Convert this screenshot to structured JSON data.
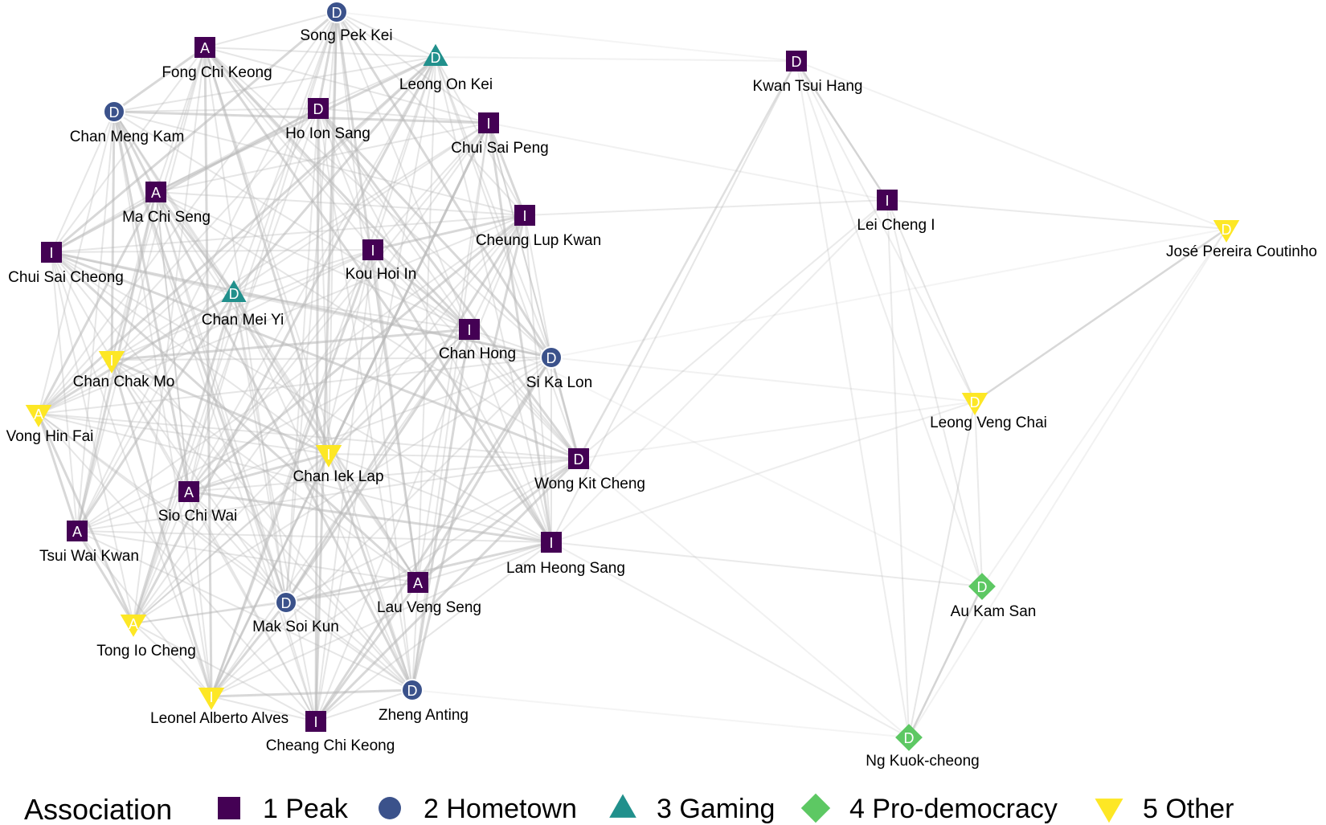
{
  "legend": {
    "title": "Association",
    "items": [
      {
        "key": "peak",
        "label": "1 Peak",
        "shape": "square",
        "color": "#440154"
      },
      {
        "key": "hometown",
        "label": "2 Hometown",
        "shape": "circle",
        "color": "#3B528B"
      },
      {
        "key": "gaming",
        "label": "3 Gaming",
        "shape": "triangle-up",
        "color": "#21908C"
      },
      {
        "key": "prodem",
        "label": "4 Pro-democracy",
        "shape": "diamond",
        "color": "#5DC863"
      },
      {
        "key": "other",
        "label": "5 Other",
        "shape": "triangle-down",
        "color": "#FDE725"
      }
    ]
  },
  "nodes": [
    {
      "id": "song",
      "name": "Song Pek Kei",
      "group": "hometown",
      "letter": "D"
    },
    {
      "id": "fong",
      "name": "Fong Chi Keong",
      "group": "peak",
      "letter": "A"
    },
    {
      "id": "leongon",
      "name": "Leong On Kei",
      "group": "gaming",
      "letter": "D"
    },
    {
      "id": "kwantsui",
      "name": "Kwan Tsui Hang",
      "group": "peak",
      "letter": "D"
    },
    {
      "id": "chanmeng",
      "name": "Chan Meng Kam",
      "group": "hometown",
      "letter": "D"
    },
    {
      "id": "hoion",
      "name": "Ho Ion Sang",
      "group": "peak",
      "letter": "D"
    },
    {
      "id": "chuisaipeng",
      "name": "Chui Sai Peng",
      "group": "peak",
      "letter": "I"
    },
    {
      "id": "leicheng",
      "name": "Lei Cheng I",
      "group": "peak",
      "letter": "I"
    },
    {
      "id": "jose",
      "name": "José Pereira Coutinho",
      "group": "other",
      "letter": "D"
    },
    {
      "id": "machi",
      "name": "Ma Chi Seng",
      "group": "peak",
      "letter": "A"
    },
    {
      "id": "cheunglup",
      "name": "Cheung Lup Kwan",
      "group": "peak",
      "letter": "I"
    },
    {
      "id": "chuisaicheong",
      "name": "Chui Sai Cheong",
      "group": "peak",
      "letter": "I"
    },
    {
      "id": "kouhoi",
      "name": "Kou Hoi In",
      "group": "peak",
      "letter": "I"
    },
    {
      "id": "chanmei",
      "name": "Chan Mei Yi",
      "group": "gaming",
      "letter": "D"
    },
    {
      "id": "chanhong",
      "name": "Chan Hong",
      "group": "peak",
      "letter": "I"
    },
    {
      "id": "sika",
      "name": "Si Ka Lon",
      "group": "hometown",
      "letter": "D"
    },
    {
      "id": "chanchak",
      "name": "Chan Chak Mo",
      "group": "other",
      "letter": "I"
    },
    {
      "id": "leongveng",
      "name": "Leong Veng Chai",
      "group": "other",
      "letter": "D"
    },
    {
      "id": "vonghin",
      "name": "Vong Hin Fai",
      "group": "other",
      "letter": "A"
    },
    {
      "id": "chaniek",
      "name": "Chan Iek Lap",
      "group": "other",
      "letter": "I"
    },
    {
      "id": "wongkit",
      "name": "Wong Kit Cheng",
      "group": "peak",
      "letter": "D"
    },
    {
      "id": "siochi",
      "name": "Sio Chi Wai",
      "group": "peak",
      "letter": "A"
    },
    {
      "id": "tsuiwai",
      "name": "Tsui Wai Kwan",
      "group": "peak",
      "letter": "A"
    },
    {
      "id": "lamheong",
      "name": "Lam Heong Sang",
      "group": "peak",
      "letter": "I"
    },
    {
      "id": "aukam",
      "name": "Au Kam San",
      "group": "prodem",
      "letter": "D"
    },
    {
      "id": "lauveng",
      "name": "Lau Veng Seng",
      "group": "peak",
      "letter": "A"
    },
    {
      "id": "maksoi",
      "name": "Mak Soi Kun",
      "group": "hometown",
      "letter": "D"
    },
    {
      "id": "tongio",
      "name": "Tong Io Cheng",
      "group": "other",
      "letter": "A"
    },
    {
      "id": "leonel",
      "name": "Leonel Alberto Alves",
      "group": "other",
      "letter": "I"
    },
    {
      "id": "cheangchi",
      "name": "Cheang Chi Keong",
      "group": "peak",
      "letter": "I"
    },
    {
      "id": "zheng",
      "name": "Zheng Anting",
      "group": "hometown",
      "letter": "D"
    },
    {
      "id": "ngkuok",
      "name": "Ng Kuok-cheong",
      "group": "prodem",
      "letter": "D"
    }
  ]
}
